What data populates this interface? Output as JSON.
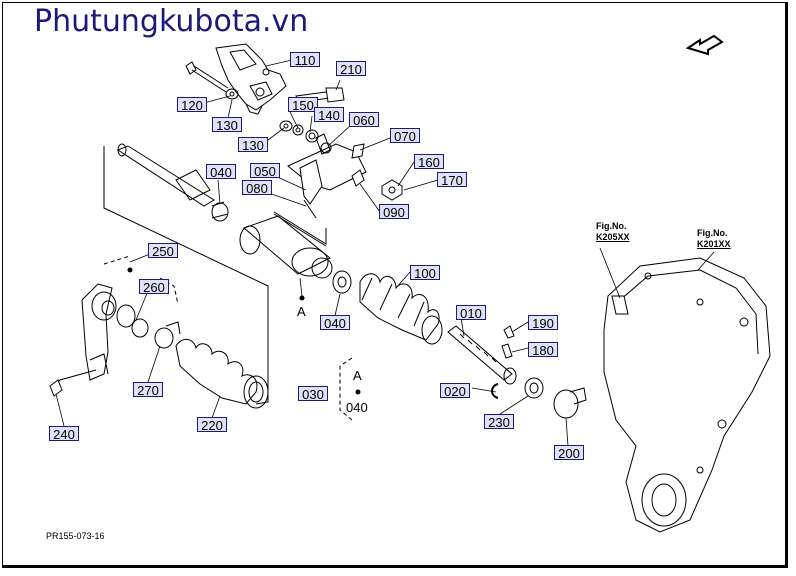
{
  "header": {
    "site_title": "Phutungkubota.vn"
  },
  "footer": {
    "ref_code": "PR155-073-16"
  },
  "callouts": [
    {
      "id": "p110",
      "label": "110"
    },
    {
      "id": "p210",
      "label": "210"
    },
    {
      "id": "p120",
      "label": "120"
    },
    {
      "id": "p130a",
      "label": "130"
    },
    {
      "id": "p130b",
      "label": "130"
    },
    {
      "id": "p150",
      "label": "150"
    },
    {
      "id": "p140",
      "label": "140"
    },
    {
      "id": "p060",
      "label": "060"
    },
    {
      "id": "p070",
      "label": "070"
    },
    {
      "id": "p160",
      "label": "160"
    },
    {
      "id": "p170",
      "label": "170"
    },
    {
      "id": "p090",
      "label": "090"
    },
    {
      "id": "p040a",
      "label": "040"
    },
    {
      "id": "p050",
      "label": "050"
    },
    {
      "id": "p080",
      "label": "080"
    },
    {
      "id": "p250",
      "label": "250"
    },
    {
      "id": "p260",
      "label": "260"
    },
    {
      "id": "p040b",
      "label": "040"
    },
    {
      "id": "p100",
      "label": "100"
    },
    {
      "id": "p010",
      "label": "010"
    },
    {
      "id": "p190",
      "label": "190"
    },
    {
      "id": "p180",
      "label": "180"
    },
    {
      "id": "p270",
      "label": "270"
    },
    {
      "id": "p220",
      "label": "220"
    },
    {
      "id": "p030",
      "label": "030"
    },
    {
      "id": "p020",
      "label": "020"
    },
    {
      "id": "p230",
      "label": "230"
    },
    {
      "id": "p200",
      "label": "200"
    },
    {
      "id": "p240",
      "label": "240"
    }
  ],
  "markers": {
    "a_main": "A",
    "a_group": "A",
    "group_040": "040"
  },
  "figs": {
    "k205": {
      "label": "Fig.No.",
      "code": "K205XX"
    },
    "k201": {
      "label": "Fig.No.",
      "code": "K201XX"
    }
  },
  "colors": {
    "title": "#1a1a7a",
    "callout_border": "#1a1a7a",
    "callout_fill": "#dfe3f5",
    "line": "#000000"
  }
}
